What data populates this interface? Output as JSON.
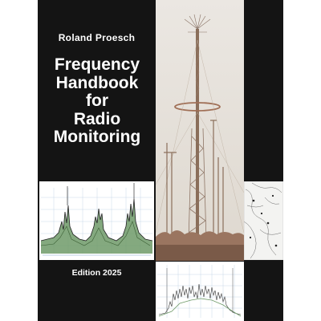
{
  "cover": {
    "author": "Roland Proesch",
    "title_lines": [
      "Frequency",
      "Handbook",
      "for",
      "Radio",
      "Monitoring"
    ],
    "edition": "Edition 2025"
  },
  "colors": {
    "background": "#141414",
    "text": "#ffffff",
    "sky": "#e8e4de",
    "mast": "#8a6e5a",
    "trees": "#9a7560",
    "spectrum_fill": "#6f9a68",
    "spectrum_line": "#222222"
  },
  "illustrations": {
    "photo": "antenna-mast-photo",
    "top_chart": "frequency-spectrum-plot",
    "bottom_chart": "signal-spectrum-plot",
    "map": "map-fragment"
  }
}
